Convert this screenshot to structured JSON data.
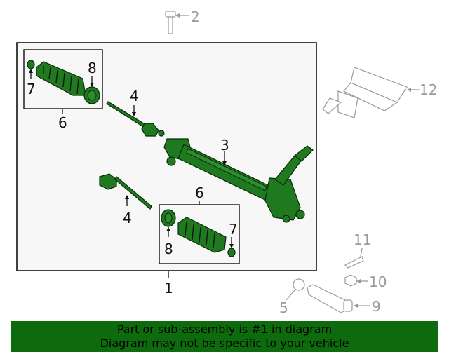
{
  "callouts": {
    "c1": "1",
    "c2": "2",
    "c3": "3",
    "c4a": "4",
    "c4b": "4",
    "c5": "5",
    "c6a": "6",
    "c6b": "6",
    "c7a": "7",
    "c7b": "7",
    "c8a": "8",
    "c8b": "8",
    "c9": "9",
    "c10": "10",
    "c11": "11",
    "c12": "12"
  },
  "banner": {
    "line1": "Part or sub-assembly is #1 in diagram",
    "line2": "Diagram may not be specific to your vehicle"
  },
  "colors": {
    "part_green": "#1f7a1f",
    "banner_green": "#0d6b0d",
    "ghost_grey": "#9a9a9a",
    "panel_bg": "#f7f7f7"
  }
}
